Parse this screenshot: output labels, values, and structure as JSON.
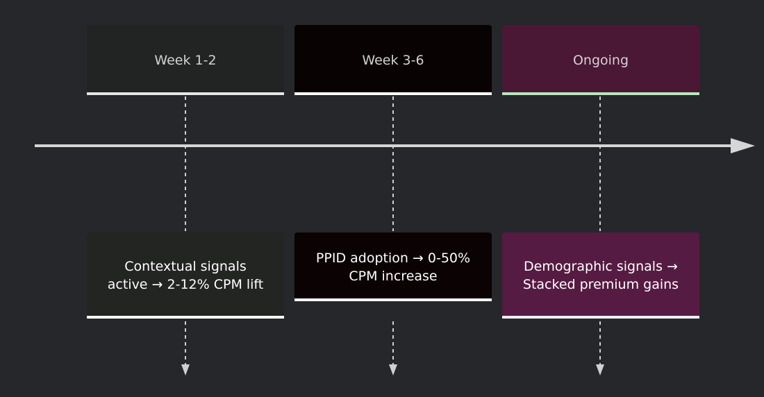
{
  "periods": [
    {
      "label": "Week 1-2",
      "event": "Contextual signals active → 2-12% CPM lift",
      "header_bg": "#222424",
      "header_bar": "#e6e6e6",
      "event_bg": "#232523",
      "event_bar": "#ffffff"
    },
    {
      "label": "Week 3-6",
      "event": "PPID adoption → 0-50% CPM increase",
      "header_bg": "#090202",
      "header_bar": "#ffffff",
      "event_bg": "#0a0203",
      "event_bar": "#ffffff"
    },
    {
      "label": "Ongoing",
      "event": "Demographic signals → Stacked premium gains",
      "header_bg": "#4a1734",
      "header_bar": "#b6e8be",
      "event_bg": "#561b42",
      "event_bar": "#eeeeee"
    }
  ],
  "colors": {
    "background": "#26272b",
    "axis": "#d6d6d6",
    "connector": "#d0d0d0"
  }
}
